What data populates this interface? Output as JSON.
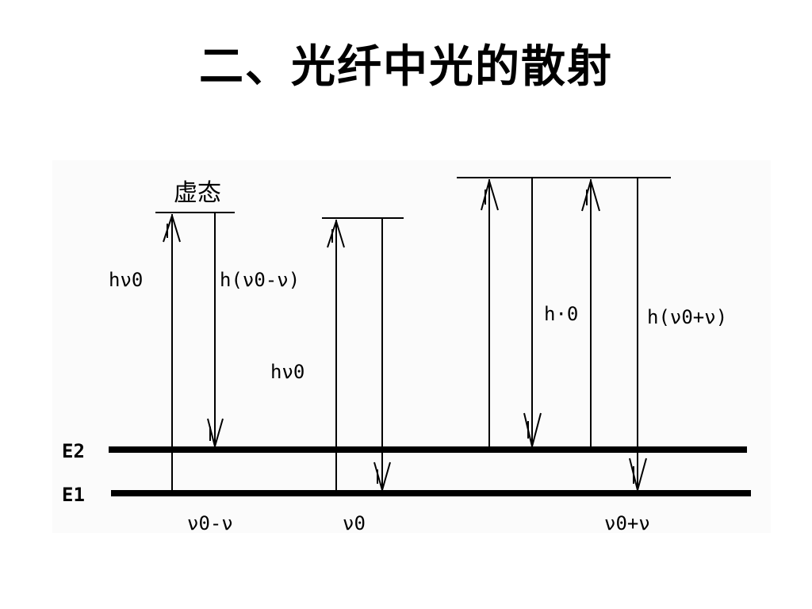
{
  "slide": {
    "title": "二、光纤中光的散射"
  },
  "diagram": {
    "virtual_state_label": "虚态",
    "level_labels": {
      "e2": "E2",
      "e1": "E1"
    },
    "arrow_labels": {
      "stokes_up": "hν0",
      "stokes_down": "h(ν0-ν)",
      "rayleigh_up": "hν0",
      "antistokes_up": "h·0",
      "antistokes_down": "h(ν0+ν)"
    },
    "bottom_labels": {
      "stokes": "ν0-ν",
      "rayleigh": "ν0",
      "antistokes": "ν0+ν"
    }
  }
}
